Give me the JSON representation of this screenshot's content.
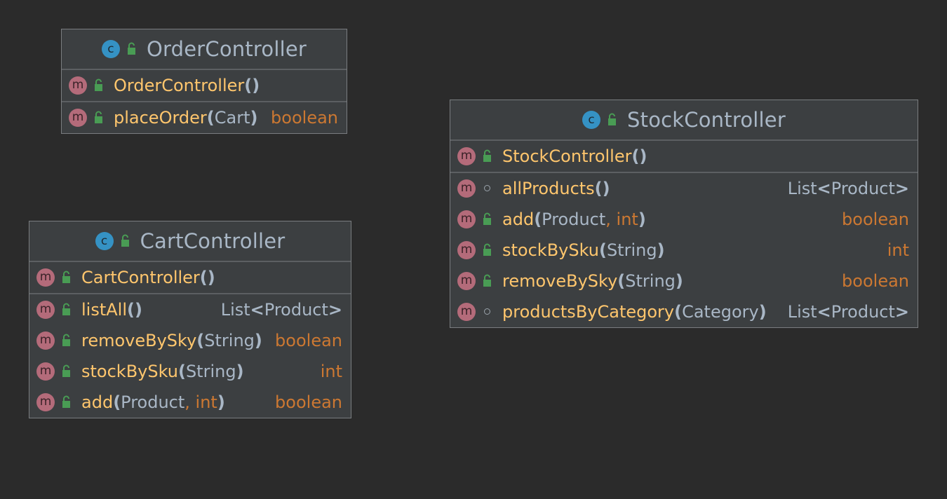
{
  "colors": {
    "background": "#2b2b2b",
    "class_fill": "#3c3f41",
    "class_icon": "#3592c4",
    "method_icon": "#b46b7a",
    "public_lock": "#499c54",
    "method_name": "#ffc66d",
    "keyword": "#cc7832",
    "type_text": "#a9b7c6"
  },
  "icons": {
    "class_glyph": "c",
    "method_glyph": "m"
  },
  "classes": [
    {
      "name": "OrderController",
      "constructor": {
        "name": "OrderController",
        "open": "(",
        "close": ")"
      },
      "methods": [
        {
          "name": "placeOrder",
          "open": "(",
          "params": [
            {
              "t": "Cart",
              "kind": "type"
            }
          ],
          "close": ")",
          "ret": "boolean",
          "visibility": "public"
        }
      ]
    },
    {
      "name": "CartController",
      "constructor": {
        "name": "CartController",
        "open": "(",
        "close": ")"
      },
      "methods": [
        {
          "name": "listAll",
          "open": "(",
          "params": [],
          "close": ")",
          "ret_pre": "List",
          "ret_lt": "<",
          "ret_mid": "Product",
          "ret_gt": ">",
          "visibility": "public"
        },
        {
          "name": "removeBySky",
          "open": "(",
          "params": [
            {
              "t": "String",
              "kind": "type"
            }
          ],
          "close": ")",
          "ret": "boolean",
          "visibility": "public"
        },
        {
          "name": "stockBySku",
          "open": "(",
          "params": [
            {
              "t": "String",
              "kind": "type"
            }
          ],
          "close": ")",
          "ret": "int",
          "visibility": "public"
        },
        {
          "name": "add",
          "open": "(",
          "params": [
            {
              "t": "Product",
              "kind": "type"
            },
            {
              "t": ", ",
              "kind": "comma"
            },
            {
              "t": "int",
              "kind": "int"
            }
          ],
          "close": ")",
          "ret": "boolean",
          "visibility": "public"
        }
      ]
    },
    {
      "name": "StockController",
      "constructor": {
        "name": "StockController",
        "open": "(",
        "close": ")"
      },
      "methods": [
        {
          "name": "allProducts",
          "open": "(",
          "params": [],
          "close": ")",
          "ret_pre": "List",
          "ret_lt": "<",
          "ret_mid": "Product",
          "ret_gt": ">",
          "visibility": "package"
        },
        {
          "name": "add",
          "open": "(",
          "params": [
            {
              "t": "Product",
              "kind": "type"
            },
            {
              "t": ", ",
              "kind": "comma"
            },
            {
              "t": "int",
              "kind": "int"
            }
          ],
          "close": ")",
          "ret": "boolean",
          "visibility": "public"
        },
        {
          "name": "stockBySku",
          "open": "(",
          "params": [
            {
              "t": "String",
              "kind": "type"
            }
          ],
          "close": ")",
          "ret": "int",
          "visibility": "public"
        },
        {
          "name": "removeBySky",
          "open": "(",
          "params": [
            {
              "t": "String",
              "kind": "type"
            }
          ],
          "close": ")",
          "ret": "boolean",
          "visibility": "public"
        },
        {
          "name": "productsByCategory",
          "open": "(",
          "params": [
            {
              "t": "Category",
              "kind": "type"
            }
          ],
          "close": ")",
          "ret_pre": "List",
          "ret_lt": "<",
          "ret_mid": "Product",
          "ret_gt": ">",
          "visibility": "package"
        }
      ]
    }
  ]
}
